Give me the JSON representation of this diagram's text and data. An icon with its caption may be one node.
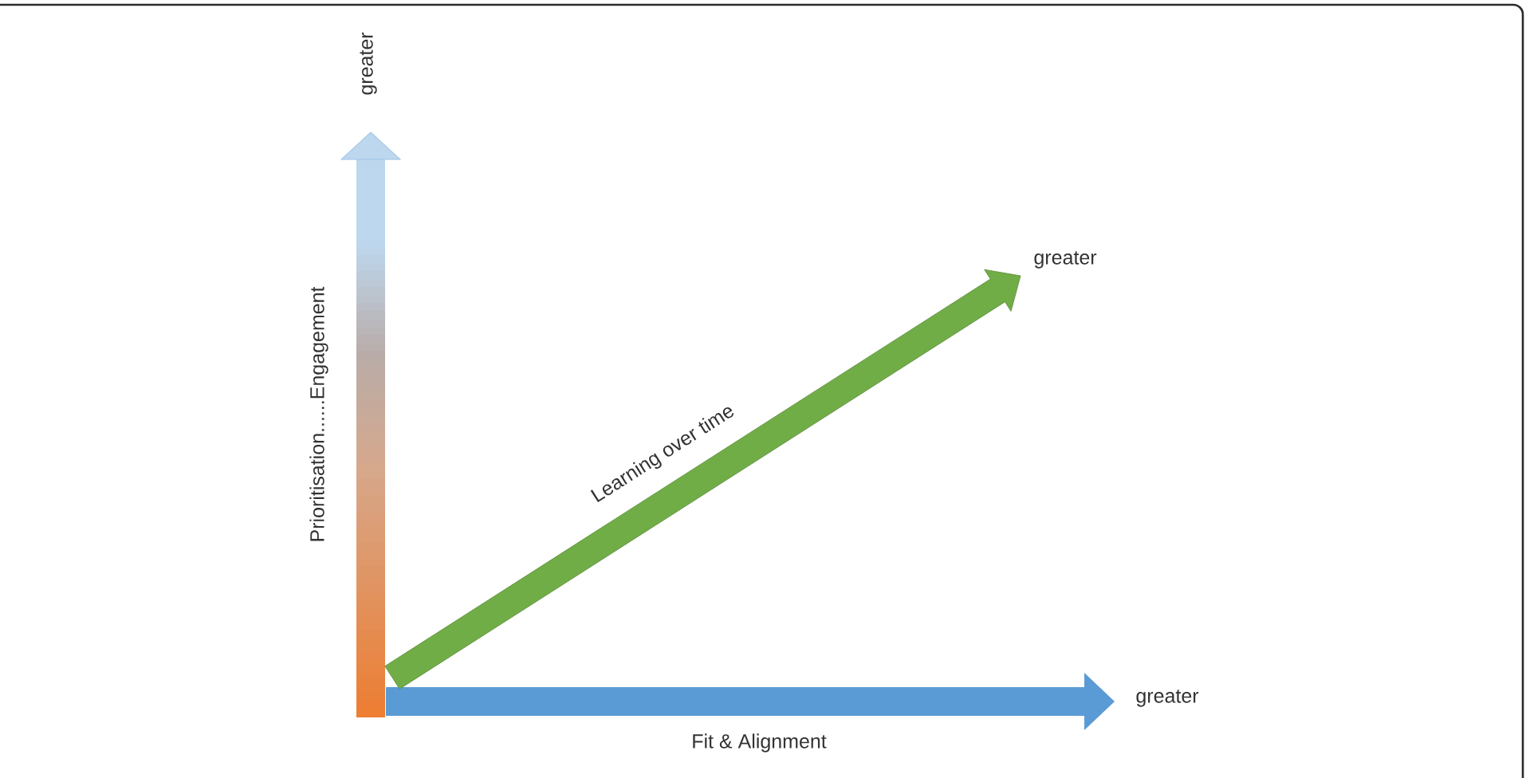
{
  "diagram": {
    "labels": [
      "greater",
      "greater",
      "Learning over time",
      "Prioritisation......Engagement",
      "greater",
      "Fit & Alignment"
    ]
  }
}
